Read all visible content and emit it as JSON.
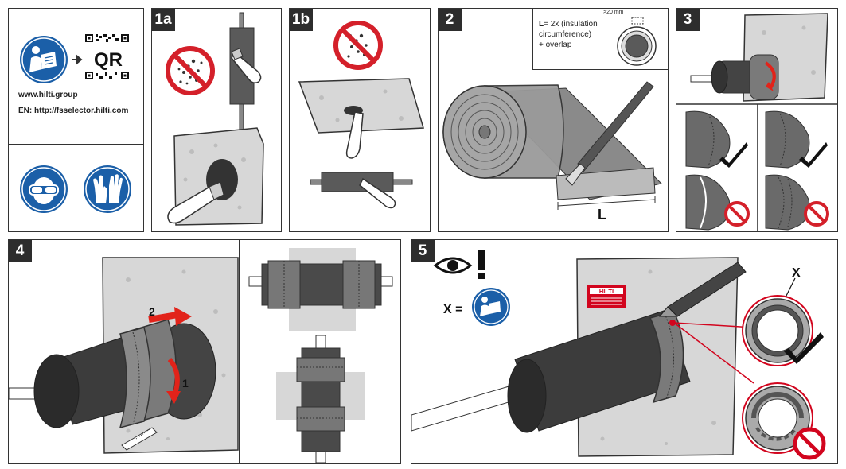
{
  "info": {
    "qr_label": "QR",
    "website": "www.hilti.group",
    "selector": "EN: http://fsselector.hilti.com"
  },
  "steps": {
    "s1a": "1a",
    "s1b": "1b",
    "s2": "2",
    "s3": "3",
    "s4": "4",
    "s5": "5"
  },
  "step2": {
    "formula_bold": "L",
    "formula_line1": "= 2x (insulation",
    "formula_line2": "circumference)",
    "formula_line3": "+ overlap",
    "gap_label": ">20 mm",
    "length_label": "L"
  },
  "step4": {
    "arrow1": "1",
    "arrow2": "2"
  },
  "step5": {
    "x_eq": "X =",
    "x_marker": "X",
    "brand": "HILTI"
  },
  "colors": {
    "sign_blue": "#1b5fa8",
    "prohibit_red": "#d4202a",
    "hilti_red": "#d2051e",
    "arrow_red": "#e2231a"
  },
  "icons": [
    "read-manual-icon",
    "qr-code-icon",
    "goggles-icon",
    "gloves-icon",
    "no-dust-icon",
    "check-icon",
    "prohibited-icon",
    "eye-icon",
    "exclamation-icon"
  ]
}
